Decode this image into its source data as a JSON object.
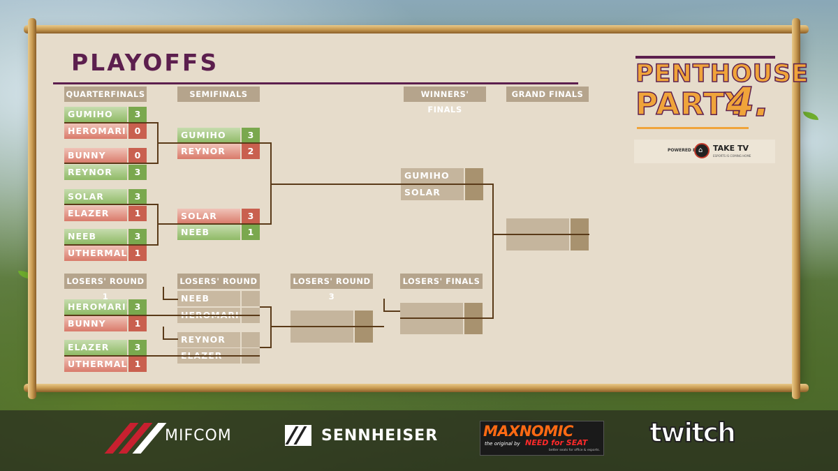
{
  "title": "PLAYOFFS",
  "headers": {
    "quarterfinals": "QUARTERFINALS",
    "semifinals": "SEMIFINALS",
    "winners_finals": "WINNERS' FINALS",
    "grand_finals": "GRAND FINALS",
    "losers_round_1": "LOSERS' ROUND 1",
    "losers_round_2": "LOSERS' ROUND 2",
    "losers_round_3": "LOSERS' ROUND 3",
    "losers_finals": "LOSERS' FINALS"
  },
  "quarterfinals": [
    {
      "top": {
        "name": "GUMIHO",
        "score": "3"
      },
      "bottom": {
        "name": "HEROMARINE",
        "score": "0"
      }
    },
    {
      "top": {
        "name": "BUNNY",
        "score": "0"
      },
      "bottom": {
        "name": "REYNOR",
        "score": "3"
      }
    },
    {
      "top": {
        "name": "SOLAR",
        "score": "3"
      },
      "bottom": {
        "name": "ELAZER",
        "score": "1"
      }
    },
    {
      "top": {
        "name": "NEEB",
        "score": "3"
      },
      "bottom": {
        "name": "UTHERMAL",
        "score": "1"
      }
    }
  ],
  "semifinals": [
    {
      "top": {
        "name": "GUMIHO",
        "score": "3"
      },
      "bottom": {
        "name": "REYNOR",
        "score": "2"
      }
    },
    {
      "top": {
        "name": "SOLAR",
        "score": "3"
      },
      "bottom": {
        "name": "NEEB",
        "score": "1"
      }
    }
  ],
  "winners_finals": {
    "top": {
      "name": "GUMIHO",
      "score": ""
    },
    "bottom": {
      "name": "SOLAR",
      "score": ""
    }
  },
  "grand_finals": {
    "top": {
      "name": "",
      "score": ""
    },
    "bottom": {
      "name": "",
      "score": ""
    }
  },
  "losers_round_1": [
    {
      "top": {
        "name": "HEROMARINE",
        "score": "3"
      },
      "bottom": {
        "name": "BUNNY",
        "score": "1"
      }
    },
    {
      "top": {
        "name": "ELAZER",
        "score": "3"
      },
      "bottom": {
        "name": "UTHERMAL",
        "score": "1"
      }
    }
  ],
  "losers_round_2": [
    {
      "top": {
        "name": "NEEB",
        "score": ""
      },
      "bottom": {
        "name": "HEROMARINE",
        "score": ""
      }
    },
    {
      "top": {
        "name": "REYNOR",
        "score": ""
      },
      "bottom": {
        "name": "ELAZER",
        "score": ""
      }
    }
  ],
  "losers_round_3": {
    "top": {
      "name": "",
      "score": ""
    },
    "bottom": {
      "name": "",
      "score": ""
    }
  },
  "losers_finals": {
    "top": {
      "name": "",
      "score": ""
    },
    "bottom": {
      "name": "",
      "score": ""
    }
  },
  "event_logo": {
    "line1": "PENTHOUSE",
    "line2": "PARTY",
    "number": "4."
  },
  "powered_by": {
    "label": "POWERED BY",
    "brand": "TAKE TV",
    "tagline": "ESPORTS IS COMING HOME"
  },
  "sponsors": {
    "mifcom": "MIFCOM",
    "sennheiser": "SENNHEISER",
    "maxnomic": "MAXNOMIC",
    "maxnomic_tagline": "the original by",
    "needforseat": "NEED for SEAT",
    "needforseat_sub": "better seats for office & esports.",
    "twitch": "twitch"
  },
  "colors": {
    "accent": "#5c1f4e",
    "win": "#7aa84e",
    "loss": "#c9604f",
    "line": "#5a3a18",
    "board": "#e6dccb"
  }
}
